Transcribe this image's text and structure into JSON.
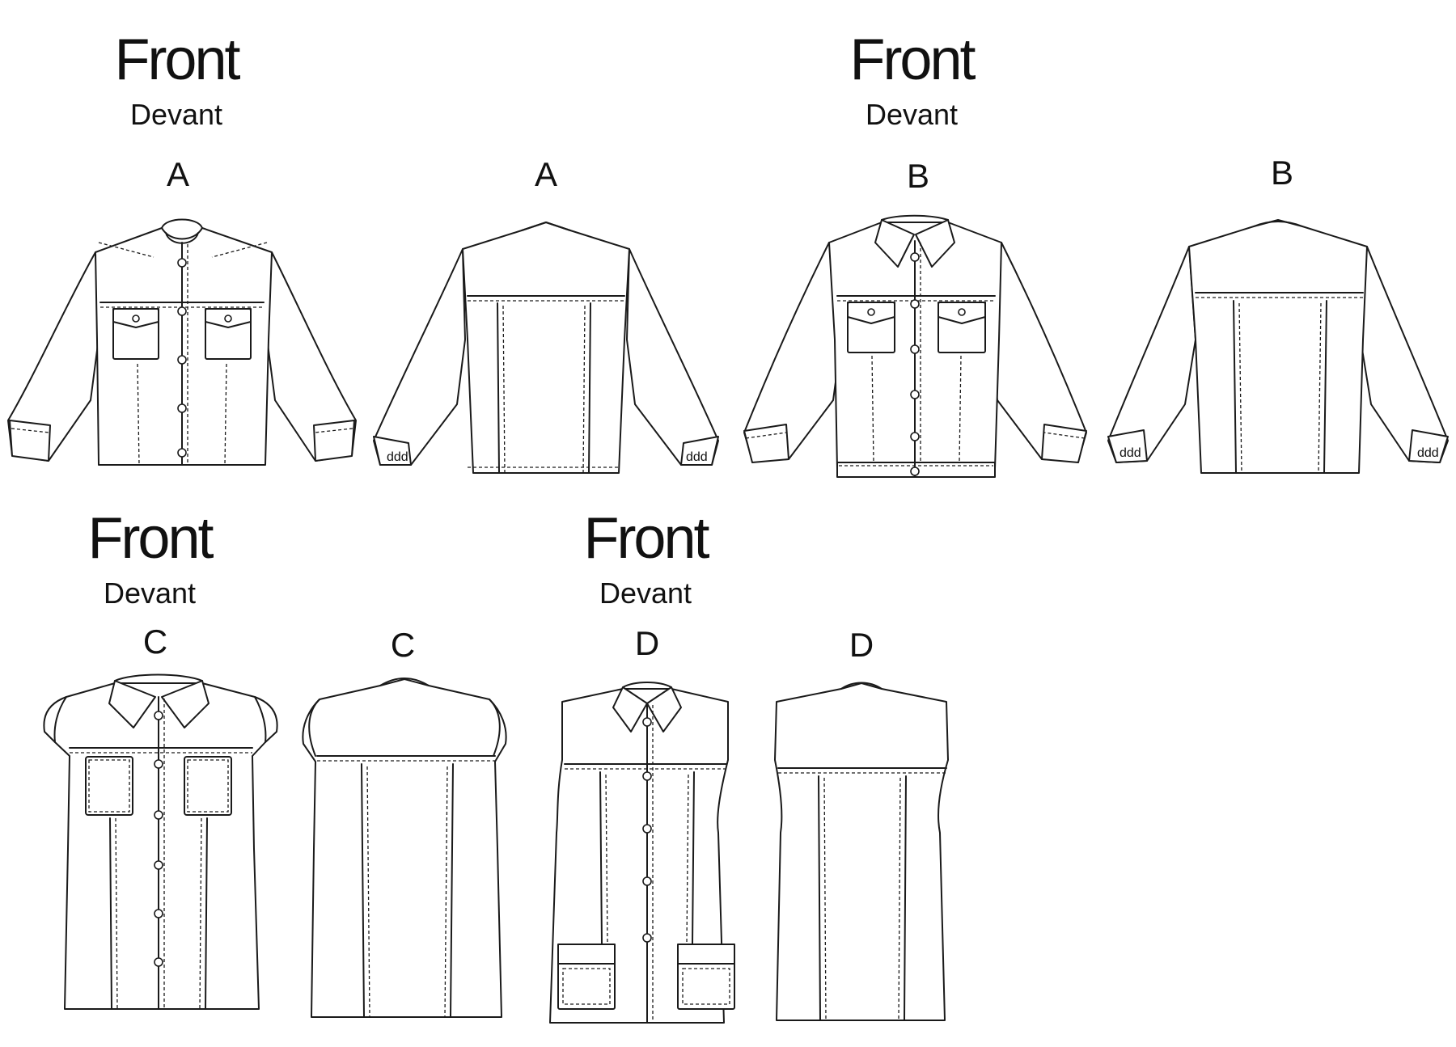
{
  "labels": {
    "front": "Front",
    "devant": "Devant"
  },
  "views": [
    {
      "letter": "A",
      "side": "front",
      "caption": true
    },
    {
      "letter": "A",
      "side": "back",
      "caption": false
    },
    {
      "letter": "B",
      "side": "front",
      "caption": true
    },
    {
      "letter": "B",
      "side": "back",
      "caption": false
    },
    {
      "letter": "C",
      "side": "front",
      "caption": true
    },
    {
      "letter": "C",
      "side": "back",
      "caption": false
    },
    {
      "letter": "D",
      "side": "front",
      "caption": true
    },
    {
      "letter": "D",
      "side": "back",
      "caption": false
    }
  ],
  "colors": {
    "line": "#1a1a1a",
    "background": "#ffffff"
  }
}
